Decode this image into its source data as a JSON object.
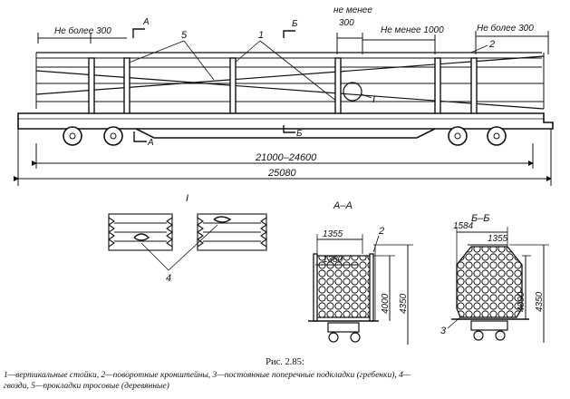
{
  "labels": {
    "not_more_300_left": "Не более 300",
    "not_more_300_right": "Не более 300",
    "not_less": "не менее",
    "v300": "300",
    "not_less_1000": "Не менее 1000",
    "n1": "1",
    "n2": "2",
    "n3": "3",
    "n4": "4",
    "n5": "5",
    "sec_a": "А",
    "sec_b": "Б",
    "detail_I": "I"
  },
  "dimensions": {
    "span": "21000–24600",
    "total": "25080"
  },
  "sections": {
    "aa_title": "А–А",
    "bb_title": "Б–Б",
    "detail_title": "I",
    "aa_w1": "1355",
    "aa_w2": "1380",
    "bb_w1": "1584",
    "bb_w2": "1355",
    "h4000": "4000",
    "h4350": "4350"
  },
  "caption": {
    "figure": "Рис. 2.85:",
    "legend_line1": "1—вертикальные стойки, 2—поворотные кронштейны, 3—постоянные поперечные подкладки (гребенки), 4—",
    "legend_line2": "гвозди, 5—прокладки тросовые (деревянные)"
  }
}
